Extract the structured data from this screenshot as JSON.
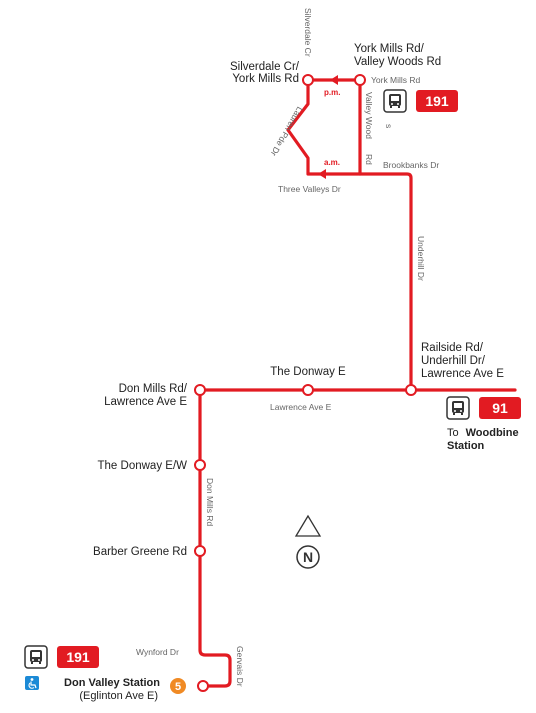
{
  "colors": {
    "route": "#e21b22",
    "street_text": "#666666",
    "label_text": "#222222",
    "subway_line5": "#f08a24",
    "accessible": "#1c8ad6"
  },
  "stops": {
    "silverdale": [
      "Silverdale Cr/",
      "York Mills Rd"
    ],
    "york_mills_valley": [
      "York Mills Rd/",
      "Valley Woods Rd"
    ],
    "don_mills_lawrence": [
      "Don Mills Rd/",
      "Lawrence Ave E"
    ],
    "donway_ew": "The Donway E/W",
    "barber_greene": "Barber Greene Rd",
    "railside": [
      "Railside Rd/",
      "Underhill Dr/",
      "Lawrence Ave E"
    ],
    "donway_e": "The Donway E",
    "don_valley_station": "Don Valley Station",
    "don_valley_sub": "(Eglinton Ave E)"
  },
  "streets": {
    "silverdale_cr": "Silverdale Cr",
    "york_mills_rd": "York Mills Rd",
    "valley_wood_rd": "Valley Wood",
    "valley_wood_rd2": "Rd",
    "lauren_pde": "Lauren Pde Dr",
    "brookbanks_dr": "Brookbanks Dr",
    "three_valleys_dr": "Three Valleys Dr",
    "underhill_dr": "Underhill Dr",
    "lawrence_ave_e": "Lawrence Ave E",
    "don_mills_rd": "Don Mills Rd",
    "wynford_dr": "Wynford Dr",
    "gervais_dr": "Gervais Dr"
  },
  "time_markers": {
    "pm": "p.m.",
    "am": "a.m."
  },
  "routes": {
    "top": "191",
    "right": "91",
    "bottom": "191"
  },
  "destination": {
    "to": "To",
    "name_line1": "Woodbine",
    "name_line2": "Station"
  },
  "subway_line": "5",
  "compass": {
    "label": "N"
  },
  "small_mark": "s"
}
